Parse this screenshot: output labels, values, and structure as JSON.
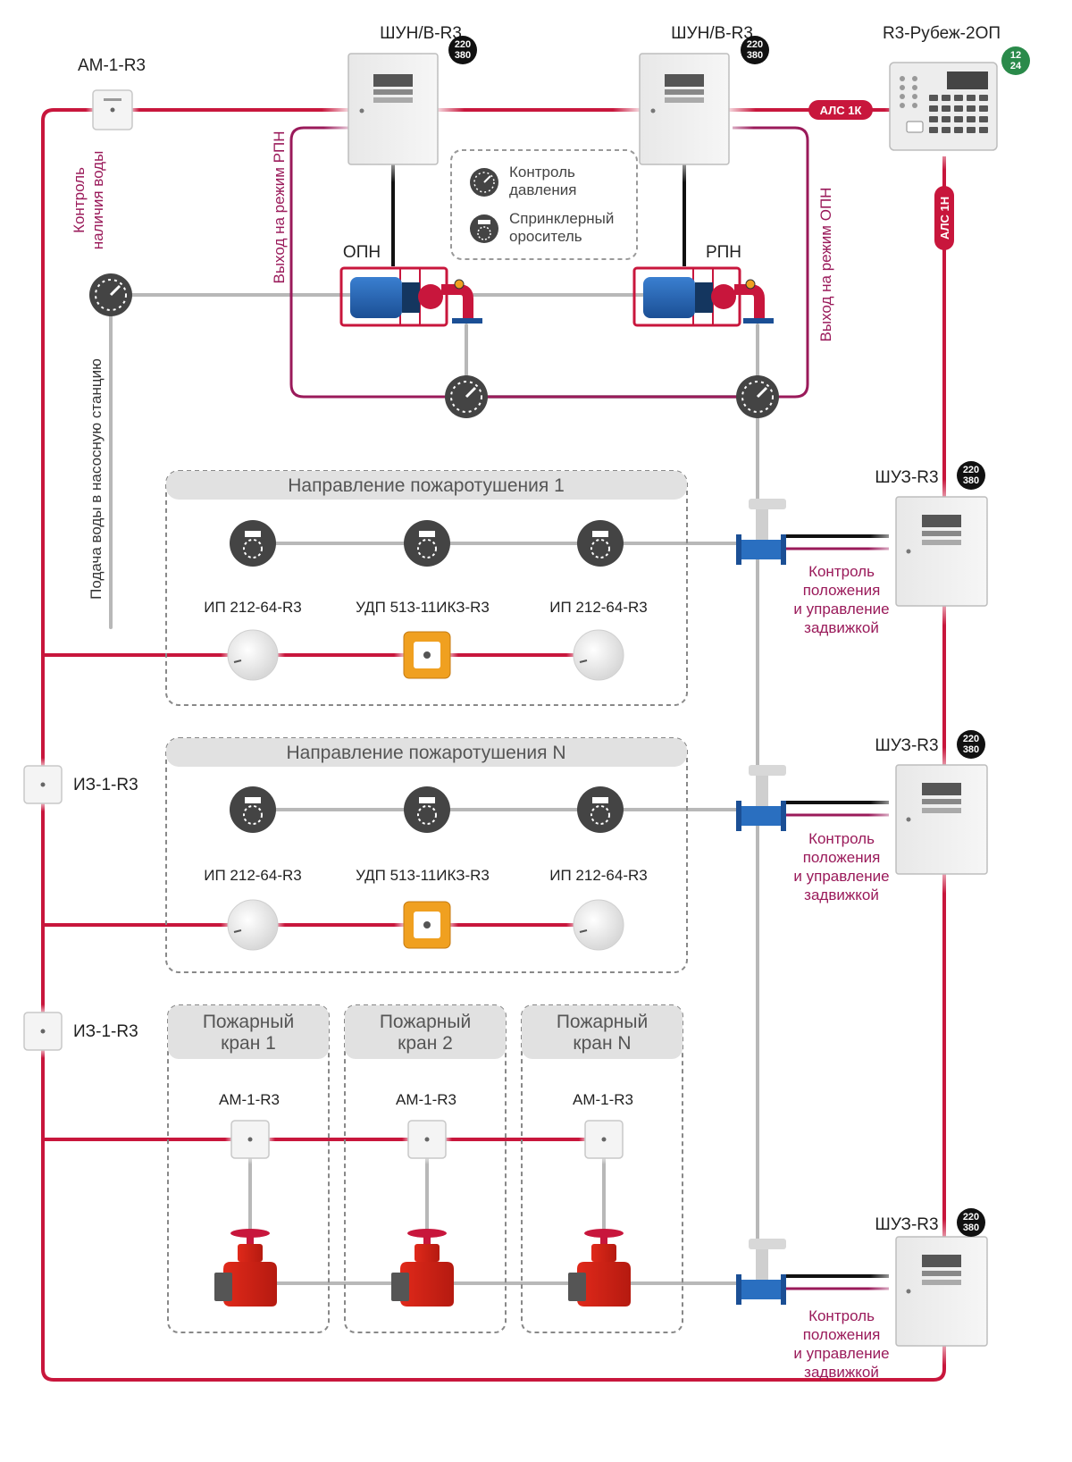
{
  "colors": {
    "alarm_line": "#c8163c",
    "control_line": "#9a1a5a",
    "pipe": "#bbbbbb",
    "power_badge": "#111111",
    "panel_badge": "#2a8a4a"
  },
  "devices": {
    "am_top": "АМ-1-R3",
    "shun_1": "ШУН/В-R3",
    "shun_2": "ШУН/В-R3",
    "controller": "R3-Рубеж-2ОП",
    "opn": "ОПН",
    "rpn": "РПН",
    "iz_1": "ИЗ-1-R3",
    "iz_2": "ИЗ-1-R3"
  },
  "badges": {
    "power_top": "220",
    "power_bottom": "380",
    "panel_top": "12",
    "panel_bottom": "24"
  },
  "tags": {
    "als_1k": "АЛС 1К",
    "als_1n": "АЛС 1Н"
  },
  "legend": {
    "pressure_1": "Контроль",
    "pressure_2": "давления",
    "sprinkler_1": "Спринклерный",
    "sprinkler_2": "ороситель"
  },
  "side_labels": {
    "water_control_1": "Контроль",
    "water_control_2": "наличия воды",
    "water_supply": "Подача воды в насосную станцию",
    "rpn_mode": "Выход на режим РПН",
    "opn_mode": "Выход на режим ОПН"
  },
  "zones": [
    {
      "title": "Направление пожаротушения 1",
      "detector_left": "ИП 212-64-R3",
      "manual": "УДП 513-11ИКЗ-R3",
      "detector_right": "ИП 212-64-R3",
      "valve_controller": "ШУЗ-R3"
    },
    {
      "title": "Направление пожаротушения N",
      "detector_left": "ИП 212-64-R3",
      "manual": "УДП 513-11ИКЗ-R3",
      "detector_right": "ИП 212-64-R3",
      "valve_controller": "ШУЗ-R3"
    }
  ],
  "hydrants": [
    {
      "title_1": "Пожарный",
      "title_2": "кран 1",
      "module": "АМ-1-R3"
    },
    {
      "title_1": "Пожарный",
      "title_2": "кран 2",
      "module": "АМ-1-R3"
    },
    {
      "title_1": "Пожарный",
      "title_2": "кран N",
      "module": "АМ-1-R3"
    }
  ],
  "hydrant_valve_controller": "ШУЗ-R3",
  "valve_control": {
    "line_1": "Контроль",
    "line_2": "положения",
    "line_3": "и управление",
    "line_4": "задвижкой"
  }
}
